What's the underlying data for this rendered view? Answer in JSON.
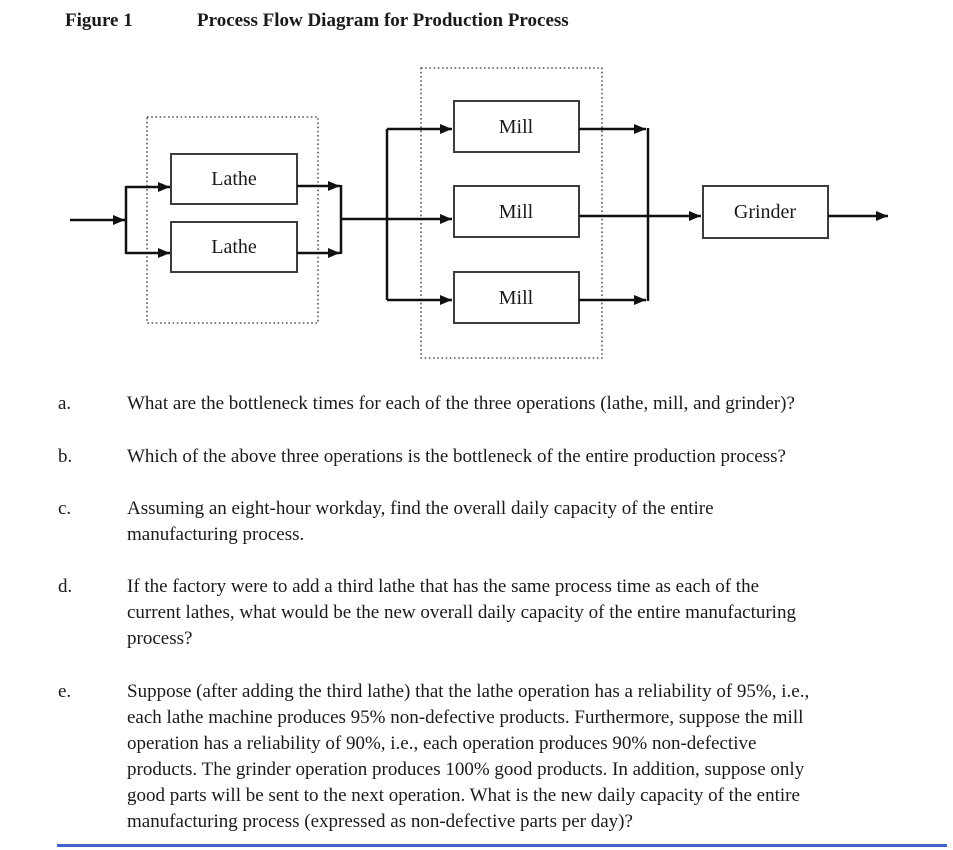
{
  "title": {
    "figure_label": "Figure 1",
    "text": "Process Flow Diagram for Production Process"
  },
  "diagram": {
    "boxes": {
      "lathe1": "Lathe",
      "lathe2": "Lathe",
      "mill1": "Mill",
      "mill2": "Mill",
      "mill3": "Mill",
      "grinder": "Grinder"
    },
    "line_color": "#111111",
    "box_border_color": "#3c3c3c",
    "group_border_style": "dotted"
  },
  "questions": [
    {
      "label": "a.",
      "lines": [
        "What are the bottleneck times for each of the three operations (lathe, mill, and grinder)?"
      ]
    },
    {
      "label": "b.",
      "lines": [
        "Which of the above three operations is the bottleneck of the entire production process?"
      ]
    },
    {
      "label": "c.",
      "lines": [
        "Assuming an eight-hour workday, find the overall daily capacity of the entire",
        "manufacturing process."
      ]
    },
    {
      "label": "d.",
      "lines": [
        "If the factory were to add a third lathe that has the same process time as each of the",
        "current lathes, what would be the new overall daily capacity of the entire manufacturing",
        "process?"
      ]
    },
    {
      "label": "e.",
      "lines": [
        "Suppose (after adding the third lathe) that the lathe operation has a reliability of 95%, i.e.,",
        "each lathe machine produces 95% non-defective products. Furthermore, suppose the mill",
        "operation has a reliability of 90%, i.e., each operation produces 90% non-defective",
        "products. The grinder operation produces 100% good products. In addition, suppose only",
        "good parts will be sent to the next operation. What is the new daily capacity of the entire",
        "manufacturing process (expressed as non-defective parts per day)?"
      ]
    }
  ],
  "footer": {
    "divider_color": "#4263c7",
    "divider_style": "background:#4263c7"
  }
}
